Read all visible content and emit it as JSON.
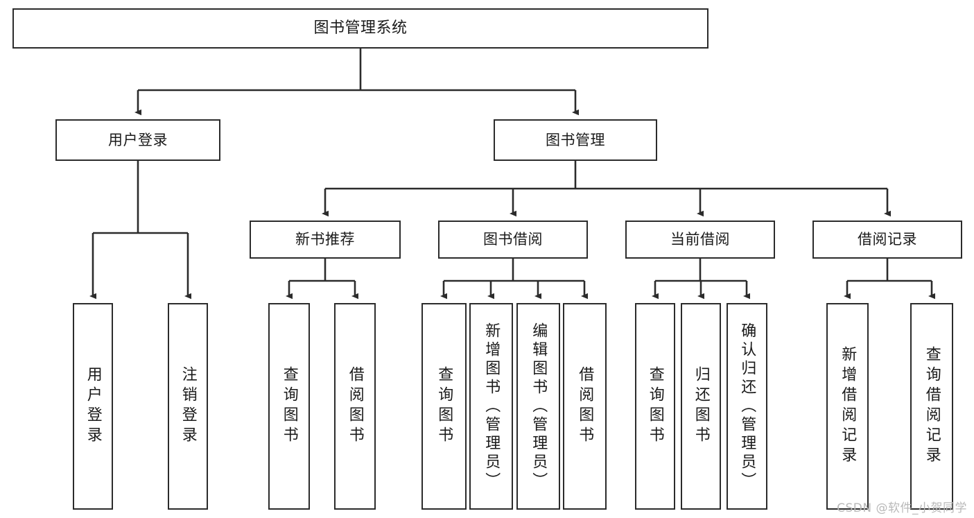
{
  "diagram": {
    "title": "图书管理系统",
    "type": "tree-hierarchy",
    "orientation": "top-down",
    "colors": {
      "box_border": "#2b2b2b",
      "box_fill": "#ffffff",
      "connector": "#2b2b2b",
      "text": "#1a1a1a",
      "watermark": "#b9b9b9",
      "background": "#ffffff"
    }
  },
  "root": {
    "label": "图书管理系统"
  },
  "level2": [
    {
      "id": "user-login",
      "label": "用户登录"
    },
    {
      "id": "book-manage",
      "label": "图书管理"
    }
  ],
  "level3": [
    {
      "id": "new-book-recommend",
      "label": "新书推荐"
    },
    {
      "id": "book-borrow",
      "label": "图书借阅"
    },
    {
      "id": "current-borrow",
      "label": "当前借阅"
    },
    {
      "id": "borrow-record",
      "label": "借阅记录"
    }
  ],
  "leaves": {
    "user_login": [
      {
        "id": "leaf-user-login",
        "label": "用户登录"
      },
      {
        "id": "leaf-logout-login",
        "label": "注销登录"
      }
    ],
    "new_book_recommend": [
      {
        "id": "leaf-query-book-1",
        "label": "查询图书"
      },
      {
        "id": "leaf-borrow-book-1",
        "label": "借阅图书"
      }
    ],
    "book_borrow": [
      {
        "id": "leaf-query-book-2",
        "label": "查询图书"
      },
      {
        "id": "leaf-add-book",
        "label": "新增图书（管理员）"
      },
      {
        "id": "leaf-edit-book",
        "label": "编辑图书（管理员）"
      },
      {
        "id": "leaf-borrow-book-2",
        "label": "借阅图书"
      }
    ],
    "current_borrow": [
      {
        "id": "leaf-query-book-3",
        "label": "查询图书"
      },
      {
        "id": "leaf-return-book",
        "label": "归还图书"
      },
      {
        "id": "leaf-confirm-return",
        "label": "确认归还（管理员）"
      }
    ],
    "borrow_record": [
      {
        "id": "leaf-add-record",
        "label": "新增借阅记录"
      },
      {
        "id": "leaf-query-record",
        "label": "查询借阅记录"
      }
    ]
  },
  "watermark": {
    "text": "CSDN @软件_小贺同学"
  }
}
